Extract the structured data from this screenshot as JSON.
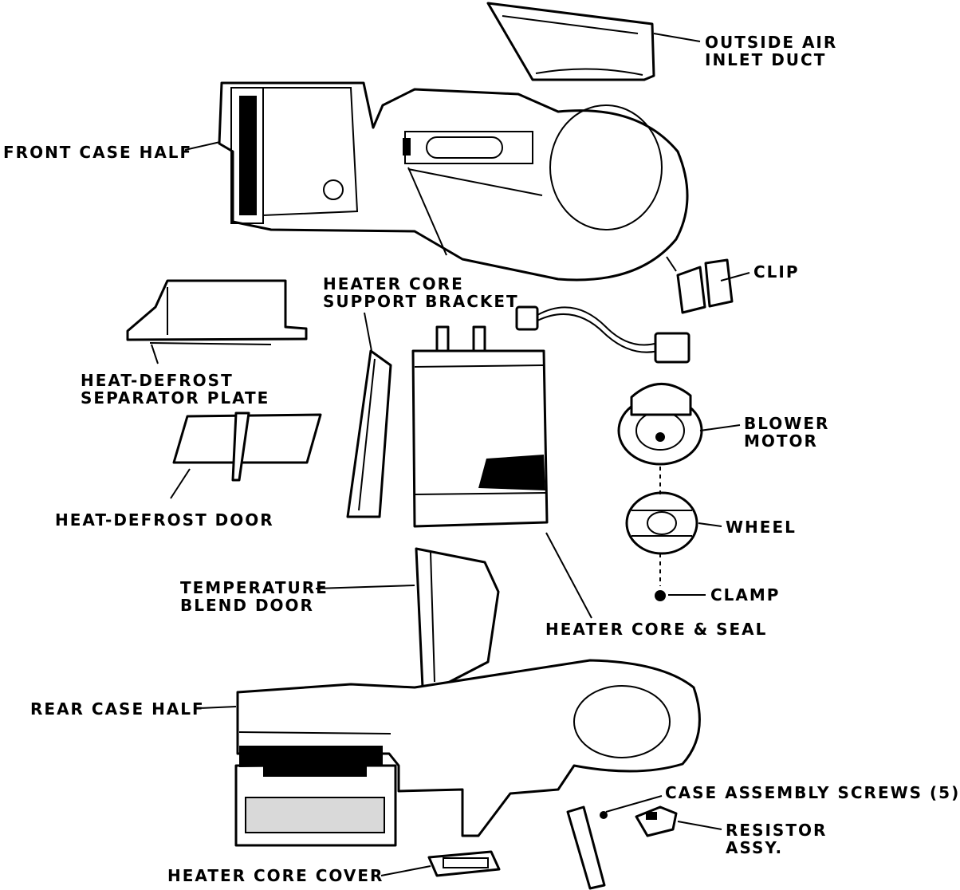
{
  "labels": {
    "outside_air_1": "OUTSIDE AIR",
    "outside_air_2": "INLET DUCT",
    "front_case": "FRONT CASE HALF",
    "clip": "CLIP",
    "heater_core_support_1": "HEATER CORE",
    "heater_core_support_2": "SUPPORT BRACKET",
    "separator_1": "HEAT-DEFROST",
    "separator_2": "SEPARATOR PLATE",
    "blower_motor_1": "BLOWER",
    "blower_motor_2": "MOTOR",
    "heat_defrost_door": "HEAT-DEFROST DOOR",
    "wheel": "WHEEL",
    "temperature_blend_1": "TEMPERATURE",
    "temperature_blend_2": "BLEND DOOR",
    "clamp": "CLAMP",
    "heater_core_seal": "HEATER CORE & SEAL",
    "rear_case": "REAR CASE HALF",
    "case_screws": "CASE ASSEMBLY SCREWS (5)",
    "resistor_1": "RESISTOR",
    "resistor_2": "ASSY.",
    "heater_core_cover": "HEATER CORE COVER"
  }
}
